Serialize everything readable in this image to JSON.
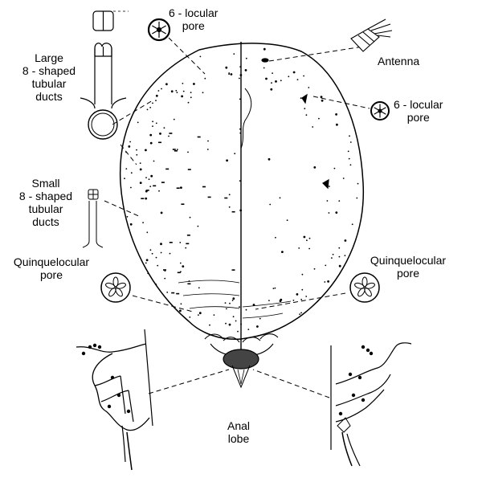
{
  "labels": {
    "pore_6_top": [
      "6 - locular",
      "pore"
    ],
    "antenna": [
      "Antenna"
    ],
    "pore_6_right": [
      "6 - locular",
      "pore"
    ],
    "large_ducts": [
      "Large",
      "8 - shaped",
      "tubular",
      "ducts"
    ],
    "small_ducts": [
      "Small",
      "8 - shaped",
      "tubular",
      "ducts"
    ],
    "quinque_left": [
      "Quinquelocular",
      "pore"
    ],
    "quinque_right": [
      "Quinquelocular",
      "pore"
    ],
    "anal_lobe": [
      "Anal",
      "lobe"
    ]
  },
  "colors": {
    "ink": "#000000",
    "paper": "#ffffff"
  }
}
